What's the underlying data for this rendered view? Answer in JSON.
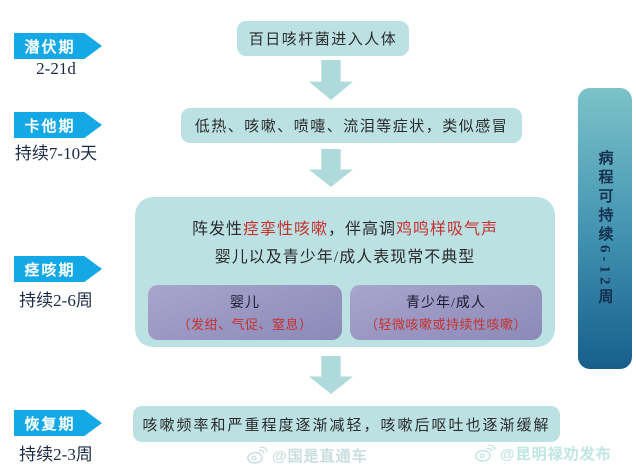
{
  "stages": [
    {
      "label": "潜伏期",
      "duration": "2-21d"
    },
    {
      "label": "卡他期",
      "duration": "持续7-10天"
    },
    {
      "label": "痉咳期",
      "duration": "持续2-6周"
    },
    {
      "label": "恢复期",
      "duration": "持续2-3周"
    }
  ],
  "flow": {
    "box1": "百日咳杆菌进入人体",
    "box2": "低热、咳嗽、喷嚏、流泪等症状，类似感冒",
    "box3": {
      "line1": {
        "seg1": "阵发性",
        "seg2": "痉挛性咳嗽",
        "seg3": "，伴高调",
        "seg4": "鸡鸣样吸气声"
      },
      "line2": "婴儿以及青少年/成人表现常不典型",
      "sub_left": {
        "title": "婴儿",
        "detail": "（发绀、气促、窒息）"
      },
      "sub_right": {
        "title": "青少年/成人",
        "detail": "（轻微咳嗽或持续性咳嗽）"
      }
    },
    "box4": "咳嗽频率和严重程度逐渐减轻，咳嗽后呕吐也逐渐缓解"
  },
  "sidebar": {
    "text": "病程可持续6-12周"
  },
  "watermarks": {
    "center": "@国是直通车",
    "right": "@昆明禄劝发布"
  },
  "colors": {
    "banner_blue": "#14a9e6",
    "box_teal": "#bce1e3",
    "arrow_teal": "#afdadb",
    "purple_top": "#a8a5cd",
    "purple_bottom": "#8b89b7",
    "red_text": "#c53230",
    "navy_text": "#1c2b45",
    "bar_gradient_top": "#7cc3c9",
    "bar_gradient_bottom": "#175e8c"
  }
}
